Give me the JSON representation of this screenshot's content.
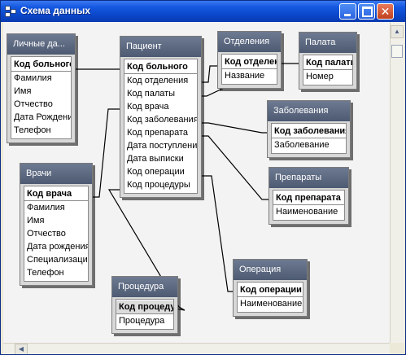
{
  "window": {
    "title": "Схема данных",
    "min_glyph": "",
    "max_glyph": "",
    "close_glyph": "✕"
  },
  "tables": {
    "lichnye": {
      "title": "Личные да...",
      "fields": [
        "Код больного",
        "Фамилия",
        "Имя",
        "Отчество",
        "Дата Рождения",
        "Телефон"
      ]
    },
    "pacient": {
      "title": "Пациент",
      "fields": [
        "Код больного",
        "Код отделения",
        "Код палаты",
        "Код врача",
        "Код заболевания",
        "Код препарата",
        "Дата поступления",
        "Дата выписки",
        "Код операции",
        "Код процедуры"
      ]
    },
    "otdeleniya": {
      "title": "Отделения",
      "fields": [
        "Код отделения",
        "Название"
      ]
    },
    "palata": {
      "title": "Палата",
      "fields": [
        "Код палаты",
        "Номер"
      ]
    },
    "zabolevaniya": {
      "title": "Заболевания",
      "fields": [
        "Код заболевания",
        "Заболевание"
      ]
    },
    "preparaty": {
      "title": "Препараты",
      "fields": [
        "Код препарата",
        "Наименование"
      ]
    },
    "vrachi": {
      "title": "Врачи",
      "fields": [
        "Код врача",
        "Фамилия",
        "Имя",
        "Отчество",
        "Дата рождения",
        "Специализация",
        "Телефон"
      ]
    },
    "operaciya": {
      "title": "Операция",
      "fields": [
        "Код операции",
        "Наименование"
      ]
    },
    "procedura": {
      "title": "Процедура",
      "fields": [
        "Код процедуры",
        "Процедура"
      ]
    }
  },
  "scrollbars": {
    "up_arrow": "▲",
    "left_arrow": "◀"
  },
  "colors": {
    "titlebar": "#0a46c8",
    "table_header": "#5a677f",
    "canvas": "#f3f3f3"
  }
}
